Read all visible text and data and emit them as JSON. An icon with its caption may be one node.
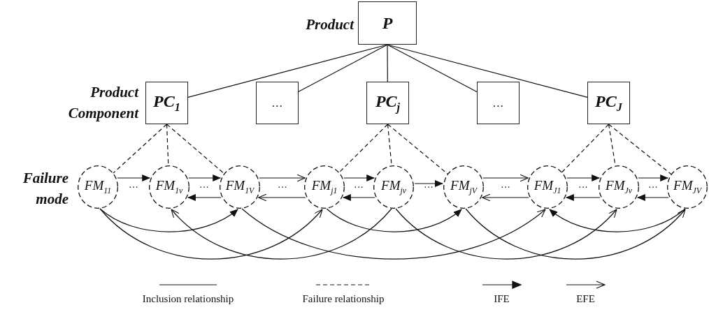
{
  "diagram": {
    "nodes": [
      {
        "text": [
          "P"
        ]
      },
      {
        "text": [
          "PC$_{1}$"
        ]
      },
      {
        "text": [
          "…"
        ]
      },
      {
        "text": [
          "PC$_{j}$"
        ]
      },
      {
        "text": [
          "…"
        ]
      },
      {
        "text": [
          "PC$_{J}$"
        ]
      },
      {
        "text": [
          "FM$_{11}$"
        ]
      },
      {
        "text": [
          "FM$_{1v}$"
        ]
      },
      {
        "text": [
          "FM$_{1V}$"
        ]
      },
      {
        "text": [
          "FM$_{j1}$"
        ]
      },
      {
        "text": [
          "FM$_{jv}$"
        ]
      },
      {
        "text": [
          "FM$_{jV}$"
        ]
      },
      {
        "text": [
          "FM$_{J1}$"
        ]
      },
      {
        "text": [
          "FM$_{Jv}$"
        ]
      },
      {
        "text": [
          "FM$_{JV}$"
        ]
      }
    ],
    "edges": [
      {
        "from": 0,
        "to": 1,
        "arrow": "none"
      },
      {
        "from": 0,
        "to": 2,
        "arrow": "none"
      },
      {
        "from": 0,
        "to": 3,
        "arrow": "none"
      },
      {
        "from": 0,
        "to": 4,
        "arrow": "none"
      },
      {
        "from": 0,
        "to": 5,
        "arrow": "none"
      },
      {
        "from": 1,
        "to": 6,
        "arrow": "none",
        "style": "dashed"
      },
      {
        "from": 1,
        "to": 7,
        "arrow": "none",
        "style": "dashed"
      },
      {
        "from": 1,
        "to": 8,
        "arrow": "none",
        "style": "dashed"
      },
      {
        "from": 3,
        "to": 9,
        "arrow": "none",
        "style": "dashed"
      },
      {
        "from": 3,
        "to": 10,
        "arrow": "none",
        "style": "dashed"
      },
      {
        "from": 3,
        "to": 11,
        "arrow": "none",
        "style": "dashed"
      },
      {
        "from": 5,
        "to": 12,
        "arrow": "none",
        "style": "dashed"
      },
      {
        "from": 5,
        "to": 13,
        "arrow": "none",
        "style": "dashed"
      },
      {
        "from": 5,
        "to": 14,
        "arrow": "none",
        "style": "dashed"
      },
      {
        "from": 6,
        "to": 7,
        "arrow": "to"
      },
      {
        "from": 7,
        "to": 8,
        "arrow": "to"
      },
      {
        "from": 8,
        "to": 7,
        "arrow": "to"
      },
      {
        "from": 8,
        "to": 9,
        "arrow": "to"
      },
      {
        "from": 9,
        "to": 8,
        "arrow": "to"
      },
      {
        "from": 9,
        "to": 10,
        "arrow": "to"
      },
      {
        "from": 10,
        "to": 9,
        "arrow": "to"
      },
      {
        "from": 10,
        "to": 11,
        "arrow": "to"
      },
      {
        "from": 11,
        "to": 12,
        "arrow": "to"
      },
      {
        "from": 12,
        "to": 11,
        "arrow": "to"
      },
      {
        "from": 12,
        "to": 13,
        "arrow": "to"
      },
      {
        "from": 13,
        "to": 12,
        "arrow": "to"
      },
      {
        "from": 13,
        "to": 14,
        "arrow": "to"
      },
      {
        "from": 14,
        "to": 13,
        "arrow": "to"
      },
      {
        "from": 6,
        "to": 8,
        "arrow": "to"
      },
      {
        "from": 6,
        "to": 9,
        "arrow": "to"
      },
      {
        "from": 10,
        "to": 7,
        "arrow": "to"
      },
      {
        "from": 9,
        "to": 11,
        "arrow": "to"
      },
      {
        "from": 8,
        "to": 12,
        "arrow": "to"
      },
      {
        "from": 10,
        "to": 13,
        "arrow": "to"
      },
      {
        "from": 11,
        "to": 14,
        "arrow": "to"
      },
      {
        "from": 14,
        "to": 12,
        "arrow": "to"
      }
    ],
    "labels": [
      "Product",
      "Product Component",
      "Failure mode",
      "···",
      "···",
      "···",
      "···",
      "···",
      "···",
      "···",
      "···"
    ],
    "legend": [
      {
        "text": "Inclusion relationship"
      },
      {
        "text": "Failure relationship"
      },
      {
        "text": "IFE"
      },
      {
        "text": "EFE"
      }
    ]
  }
}
